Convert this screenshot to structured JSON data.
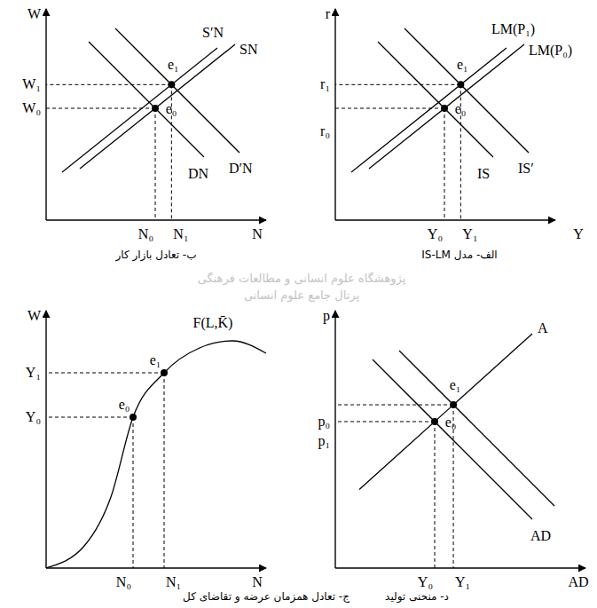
{
  "diagram": {
    "labels": [
      "W",
      "W₁",
      "W₀",
      "e₁",
      "S′N",
      "SN",
      "e₀",
      "DN",
      "D′N",
      "N₀",
      "N₁",
      "N",
      "r",
      "r₁",
      "r₀",
      "e₁",
      "LM(P₁)",
      "LM(P₀)",
      "e₀",
      "IS′",
      "IS",
      "Y",
      "Y₀",
      "Y₁",
      "ب- تعادل بازار کار",
      "الف- مدل IS-LM",
      "پژوهشگاه علوم انسانی و مطالعات فرهنگی",
      "پرتال جامع علوم انسانی",
      "W",
      "Y₁",
      "Y₀",
      "e₁",
      "F(L,K̄)",
      "e₀",
      "N₀",
      "N₁",
      "N",
      "p",
      "e₁",
      "A",
      "p₀",
      "p₁",
      "e₀",
      "AD",
      "Y₀",
      "Y₁",
      "AD",
      "ج- تعادل همزمان عرضه و تقاضای کل",
      "د- منحنی تولید"
    ]
  }
}
